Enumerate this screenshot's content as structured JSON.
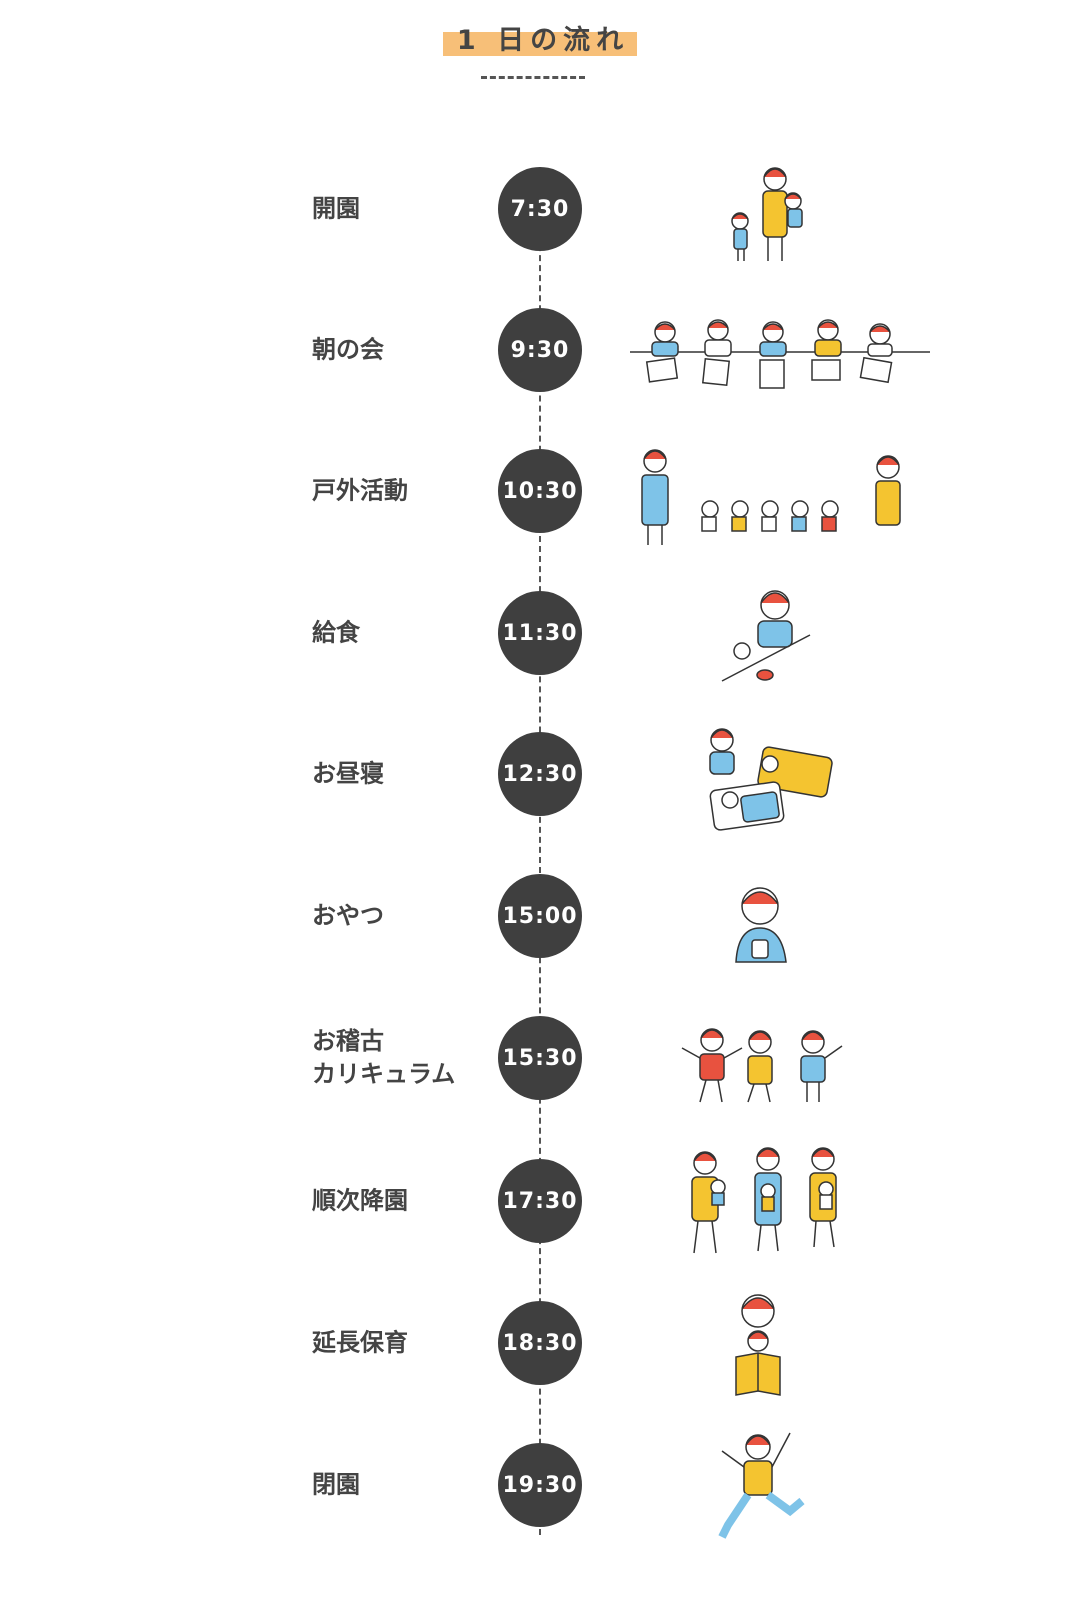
{
  "title": "1 日の流れ",
  "schedule": [
    {
      "label": "開園",
      "time": "7:30",
      "illustration": "teacher-greeting-children-illustration"
    },
    {
      "label": "朝の会",
      "time": "9:30",
      "illustration": "children-drawing-illustration"
    },
    {
      "label": "戸外活動",
      "time": "10:30",
      "illustration": "children-walking-outdoors-illustration"
    },
    {
      "label": "給食",
      "time": "11:30",
      "illustration": "teacher-feeding-child-illustration"
    },
    {
      "label": "お昼寝",
      "time": "12:30",
      "illustration": "children-napping-illustration"
    },
    {
      "label": "おやつ",
      "time": "15:00",
      "illustration": "child-eating-snack-illustration"
    },
    {
      "label": "お稽古\nカリキュラム",
      "time": "15:30",
      "illustration": "children-exercising-illustration"
    },
    {
      "label": "順次降園",
      "time": "17:30",
      "illustration": "parents-picking-up-children-illustration"
    },
    {
      "label": "延長保育",
      "time": "18:30",
      "illustration": "teacher-reading-book-illustration"
    },
    {
      "label": "閉園",
      "time": "19:30",
      "illustration": "child-jumping-goodbye-illustration"
    }
  ],
  "colors": {
    "accent": "#f7bf78",
    "circle": "#3f3f3f",
    "hair": "#e8523f",
    "blue": "#7ec3e8",
    "yellow": "#f4c430"
  }
}
